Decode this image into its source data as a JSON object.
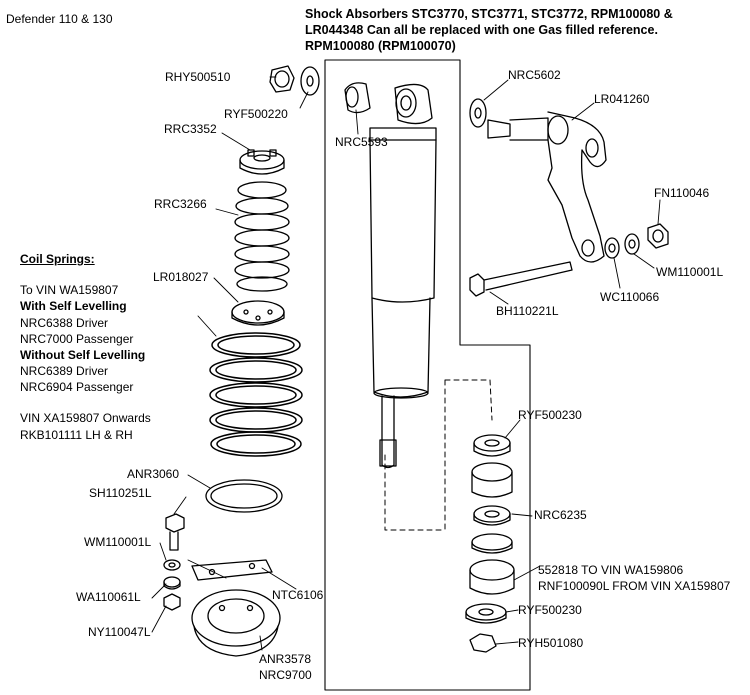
{
  "model_title": "Defender 110 & 130",
  "header": {
    "line1": "Shock Absorbers STC3770, STC3771, STC3772, RPM100080 &",
    "line2": "LR044348 Can all be replaced with one Gas filled reference.",
    "line3": "RPM100080 (RPM100070)"
  },
  "coil_springs": {
    "heading": "Coil Springs:",
    "to_vin": "To VIN WA159807",
    "with_sl": "With Self Levelling",
    "nrc6388": "NRC6388 Driver",
    "nrc7000": "NRC7000 Passenger",
    "without_sl": "Without Self Levelling",
    "nrc6389": "NRC6389 Driver",
    "nrc6904": "NRC6904 Passenger",
    "vin_onwards": "VIN XA159807 Onwards",
    "rkb": "RKB101111 LH & RH"
  },
  "parts": {
    "rhy500510": "RHY500510",
    "ryf500220": "RYF500220",
    "rrc3352": "RRC3352",
    "rrc3266": "RRC3266",
    "lr018027": "LR018027",
    "anr3060": "ANR3060",
    "sh110251l": "SH110251L",
    "wm110001l_a": "WM110001L",
    "wa110061l": "WA110061L",
    "ny110047l": "NY110047L",
    "ntc6106": "NTC6106",
    "anr3578": "ANR3578",
    "nrc9700": "NRC9700",
    "nrc5593": "NRC5593",
    "nrc5602": "NRC5602",
    "lr041260": "LR041260",
    "fn110046": "FN110046",
    "wm110001l_b": "WM110001L",
    "wc110066": "WC110066",
    "bh110221l": "BH110221L",
    "ryf500230_a": "RYF500230",
    "nrc6235": "NRC6235",
    "bush_line1": "552818 TO VIN WA159806",
    "bush_line2": "RNF100090L FROM VIN XA159807",
    "ryf500230_b": "RYF500230",
    "ryh501080": "RYH501080"
  }
}
